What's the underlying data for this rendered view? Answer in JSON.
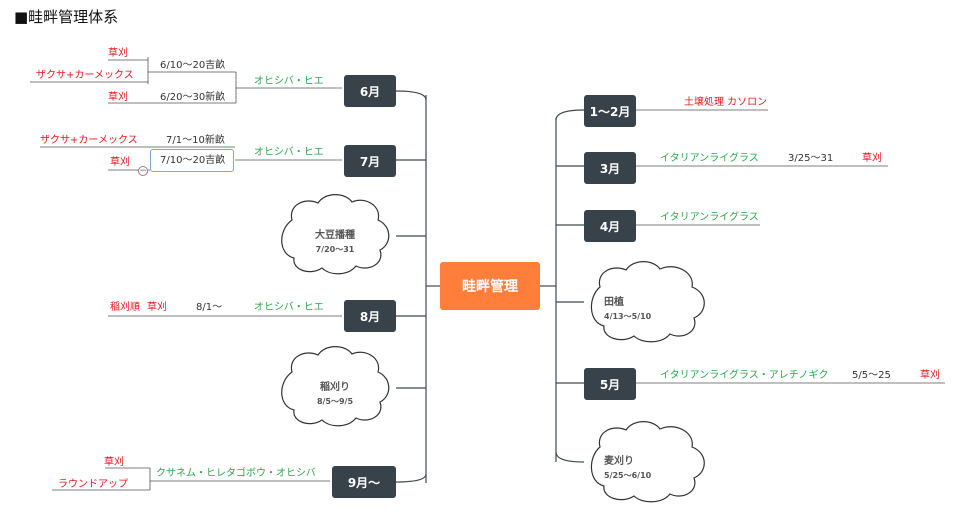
{
  "title": "■畦畔管理体系",
  "center": "畦畔管理",
  "left": {
    "m6": {
      "label": "6月",
      "branch": "オヒシバ・ヒエ",
      "d1": "6/10〜20吉畝",
      "d1_label": "ザクサ+カーメックス",
      "d1_sub": "草刈",
      "d2": "6/20〜30新畝",
      "d2_label": "草刈"
    },
    "m7": {
      "label": "7月",
      "branch": "オヒシバ・ヒエ",
      "d1": "7/1〜10新畝",
      "d1_label": "ザクサ+カーメックス",
      "d2": "7/10〜20吉畝",
      "d2_label": "草刈"
    },
    "soy": {
      "title": "大豆播種",
      "dates": "7/20〜31"
    },
    "m8": {
      "label": "8月",
      "branch": "オヒシバ・ヒエ",
      "date": "8/1〜",
      "action1": "稲刈順",
      "action2": "草刈"
    },
    "rice": {
      "title": "稲刈り",
      "dates": "8/5〜9/5"
    },
    "m9": {
      "label": "9月〜",
      "branch": "クサネム・ヒレタゴボウ・オヒシバ",
      "a1": "草刈",
      "a2": "ラウンドアップ"
    }
  },
  "right": {
    "m12": {
      "label": "1〜2月",
      "text": "土壌処理 カソロン"
    },
    "m3": {
      "label": "3月",
      "branch": "イタリアンライグラス",
      "date": "3/25〜31",
      "action": "草刈"
    },
    "m4": {
      "label": "4月",
      "branch": "イタリアンライグラス"
    },
    "plant": {
      "title": "田植",
      "dates": "4/13〜5/10"
    },
    "m5": {
      "label": "5月",
      "branch": "イタリアンライグラス・アレチノギク",
      "date": "5/5〜25",
      "action": "草刈"
    },
    "wheat": {
      "title": "麦刈り",
      "dates": "5/25〜6/10"
    }
  },
  "colors": {
    "box": "#37424a",
    "center": "#ff7e3a",
    "red": "#e8161b",
    "green": "#2aa84a",
    "line": "#3f4a52"
  }
}
